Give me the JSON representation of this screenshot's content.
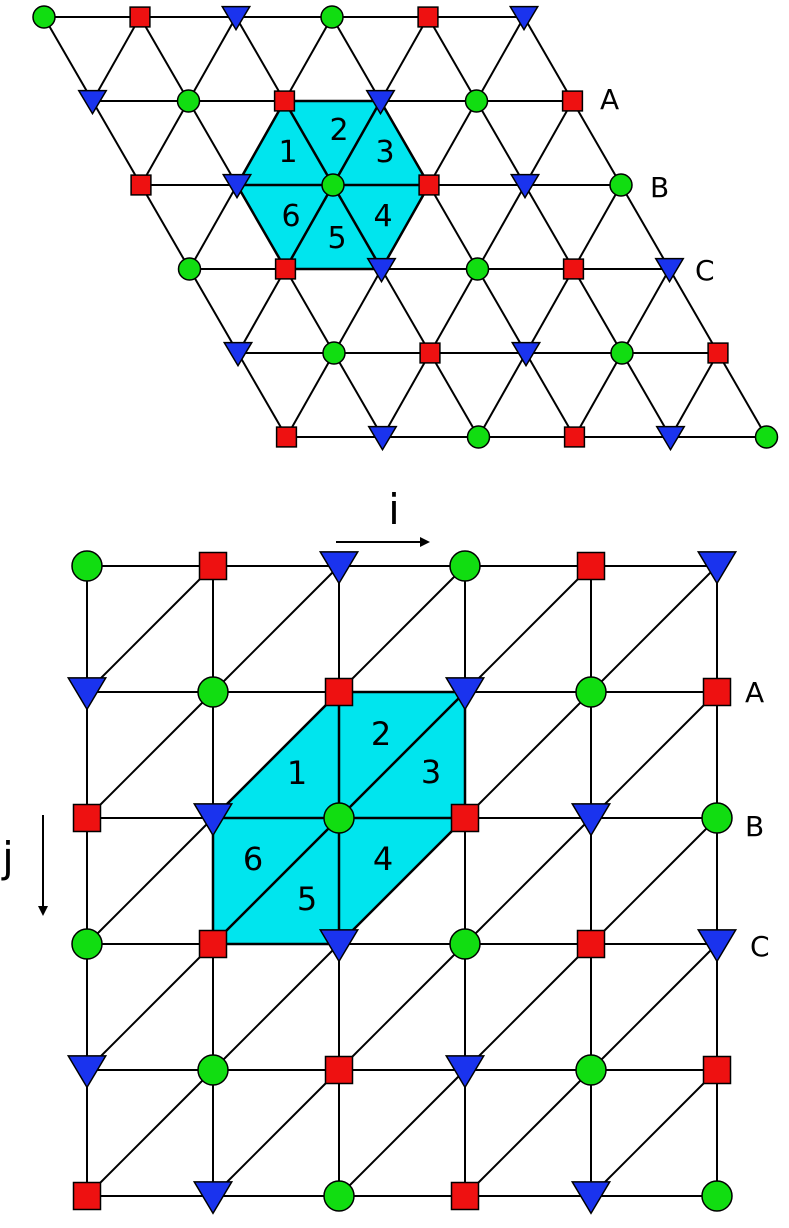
{
  "colors": {
    "background": "#ffffff",
    "edge": "#000000",
    "hexagon_fill": "#00e5ee",
    "circle": "#11dd11",
    "square": "#ee1111",
    "triangle": "#1a33ee"
  },
  "sublattice_icons": [
    "green-circle-icon",
    "red-square-icon",
    "blue-triangle-icon"
  ],
  "top_lattice": {
    "cell_labels": [
      "1",
      "2",
      "3",
      "4",
      "5",
      "6"
    ],
    "row_labels": [
      "A",
      "B",
      "C"
    ]
  },
  "bottom_lattice": {
    "cell_labels": [
      "1",
      "2",
      "3",
      "4",
      "5",
      "6"
    ],
    "row_labels": [
      "A",
      "B",
      "C"
    ],
    "axis_i_label": "i",
    "axis_j_label": "j"
  }
}
